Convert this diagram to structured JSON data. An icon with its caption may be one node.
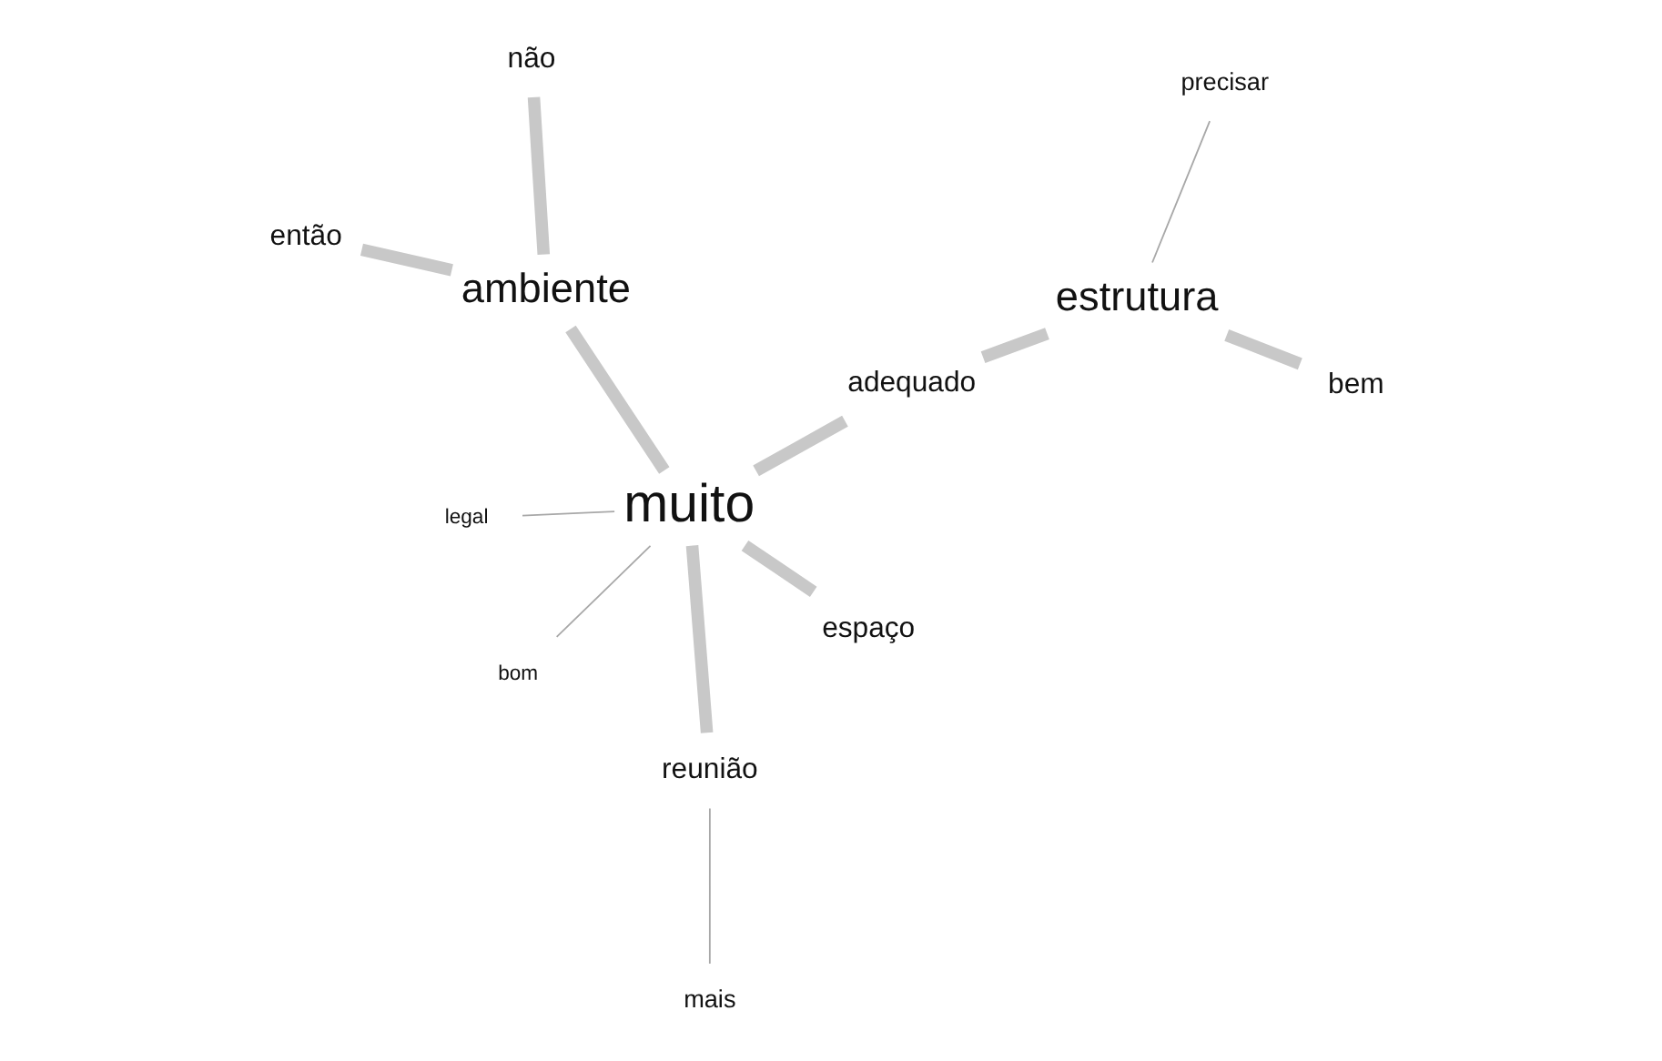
{
  "diagram": {
    "nodes": [
      {
        "text": [
          "muito"
        ]
      },
      {
        "text": [
          "precisar"
        ]
      },
      {
        "text": [
          "bem"
        ]
      },
      {
        "text": [
          "estrutura"
        ]
      },
      {
        "text": [
          "adequado"
        ]
      },
      {
        "text": [
          "legal"
        ]
      },
      {
        "text": [
          "bom"
        ]
      },
      {
        "text": [
          "espaço"
        ]
      },
      {
        "text": [
          "reunião"
        ]
      },
      {
        "text": [
          "mais"
        ]
      },
      {
        "text": [
          "ambiente"
        ]
      },
      {
        "text": [
          "então"
        ]
      },
      {
        "text": [
          "não"
        ]
      }
    ],
    "edges": [
      {
        "from": 0,
        "to": 4,
        "arrow": "none"
      },
      {
        "from": 4,
        "to": 3,
        "arrow": "none"
      },
      {
        "from": 3,
        "to": 2,
        "arrow": "none"
      },
      {
        "from": 3,
        "to": 1,
        "arrow": "none",
        "color": "#a8a8a8"
      },
      {
        "from": 0,
        "to": 5,
        "arrow": "none",
        "color": "#a8a8a8"
      },
      {
        "from": 0,
        "to": 6,
        "arrow": "none",
        "color": "#a8a8a8"
      },
      {
        "from": 0,
        "to": 7,
        "arrow": "none"
      },
      {
        "from": 0,
        "to": 8,
        "arrow": "none"
      },
      {
        "from": 8,
        "to": 9,
        "arrow": "none",
        "color": "#a8a8a8"
      },
      {
        "from": 0,
        "to": 10,
        "arrow": "none"
      },
      {
        "from": 10,
        "to": 11,
        "arrow": "none"
      },
      {
        "from": 10,
        "to": 12,
        "arrow": "none"
      }
    ]
  }
}
